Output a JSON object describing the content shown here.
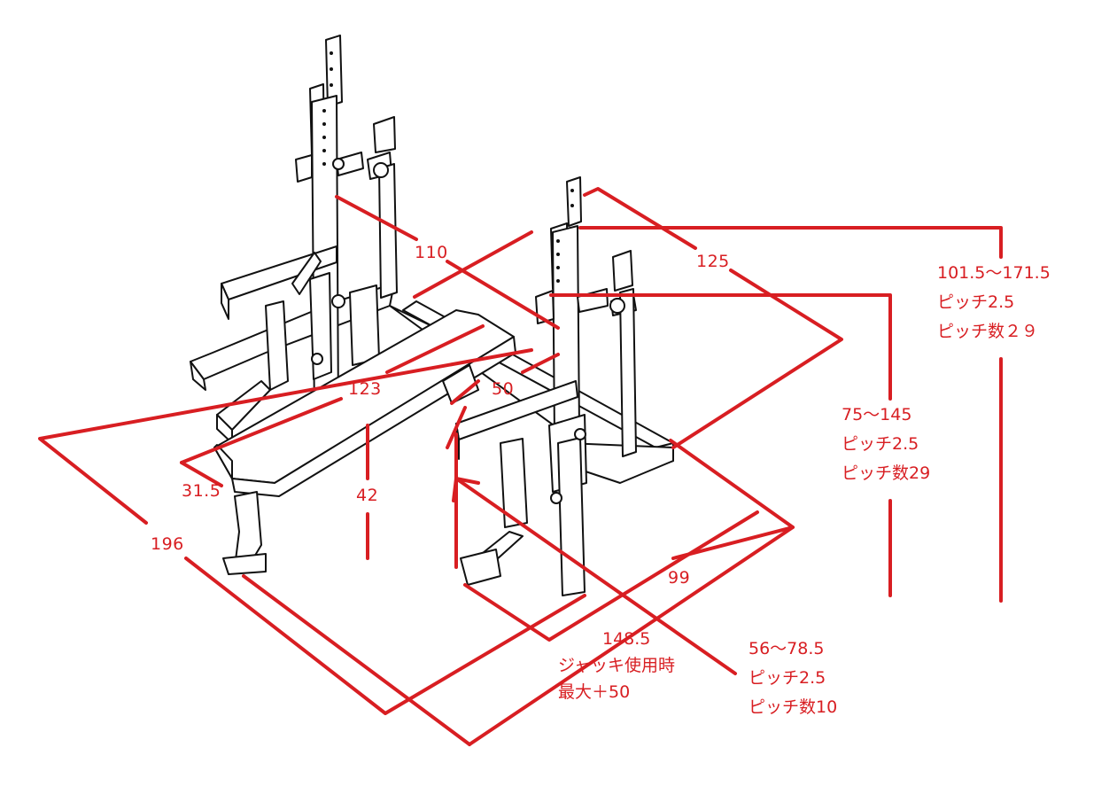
{
  "colors": {
    "dimension": "#d81e22",
    "drawing": "#111111",
    "background": "#ffffff"
  },
  "dimensions": {
    "d110": "110",
    "d125": "125",
    "d123": "123",
    "d50": "50",
    "d31_5": "31.5",
    "d42": "42",
    "d196": "196",
    "d99": "99"
  },
  "upright_height": {
    "range": "101.5～171.5",
    "pitch": "ピッチ2.5",
    "count": "ピッチ数２９"
  },
  "safety_height": {
    "range": "75～145",
    "pitch": "ピッチ2.5",
    "count": "ピッチ数29"
  },
  "jack_width": {
    "value": "148.5",
    "note": "ジャッキ使用時",
    "max": "最大＋50"
  },
  "rest_height": {
    "range": "56～78.5",
    "pitch": "ピッチ2.5",
    "count": "ピッチ数10"
  }
}
